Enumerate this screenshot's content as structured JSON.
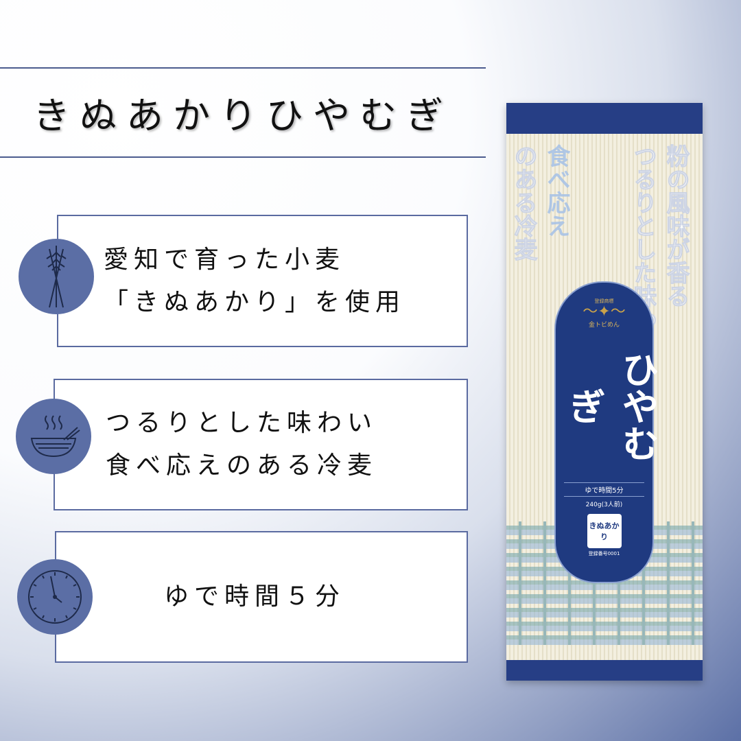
{
  "title": "きぬあかりひやむぎ",
  "features": [
    {
      "icon": "wheat-icon",
      "lines": [
        "愛知で育った小麦",
        "「きぬあかり」を使用"
      ]
    },
    {
      "icon": "noodle-bowl-icon",
      "lines": [
        "つるりとした味わい",
        "食べ応えのある冷麦"
      ]
    },
    {
      "icon": "clock-icon",
      "lines": [
        "ゆで時間５分"
      ]
    }
  ],
  "package": {
    "vertical_text": [
      "粉の風味が香る",
      "つるりとした味わ",
      "食べ応え",
      "のある冷麦"
    ],
    "trademark": "登録商標",
    "brand": "金トビめん",
    "name": "ひやむぎ",
    "boil_time": "ゆで時間5分",
    "weight": "240g(3人前)",
    "seal": "きぬあかり",
    "reg_no": "登録番号0001"
  },
  "colors": {
    "accent": "#5b6ea5",
    "border": "#5a6aa0",
    "package": "#1f3a80"
  }
}
